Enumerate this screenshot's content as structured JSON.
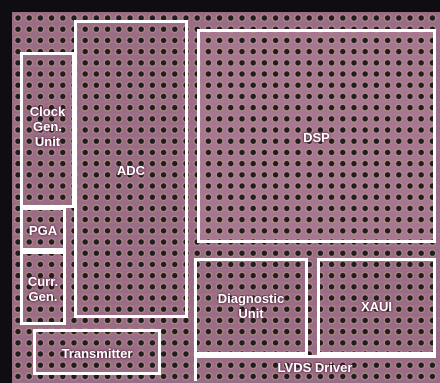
{
  "colors": {
    "die_background": "#9a6d86",
    "die_light": "#b98aa4",
    "pad_dark": "#1e1e22",
    "pad_ring": "#c9a07a",
    "outline": "#ffffff"
  },
  "blocks": {
    "clock": {
      "label": "Clock\nGen.\nUnit"
    },
    "adc": {
      "label": "ADC"
    },
    "dsp": {
      "label": "DSP"
    },
    "pga": {
      "label": "PGA"
    },
    "curr": {
      "label": "Curr.\nGen."
    },
    "diagnostic": {
      "label": "Diagnostic\nUnit"
    },
    "xaui": {
      "label": "XAUI"
    },
    "transmitter": {
      "label": "Transmitter"
    },
    "lvds": {
      "label": "LVDS Driver"
    }
  }
}
